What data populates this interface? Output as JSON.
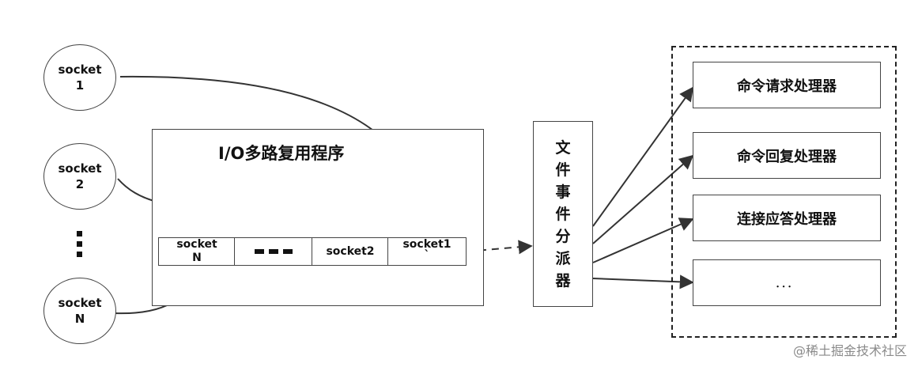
{
  "sockets": [
    {
      "line1": "socket",
      "line2": "1"
    },
    {
      "line1": "socket",
      "line2": "2"
    },
    {
      "line1": "socket",
      "line2": "N"
    }
  ],
  "multiplexer": {
    "title": "I/O多路复用程序",
    "queue": {
      "cell_n": {
        "line1": "socket",
        "line2": "N"
      },
      "cell_2": "socket2",
      "cell_1": {
        "line1": "socket1",
        "line2": "`"
      }
    }
  },
  "dispatcher": {
    "chars": [
      "文",
      "件",
      "事",
      "件",
      "分",
      "派",
      "器"
    ]
  },
  "handlers": [
    "命令请求处理器",
    "命令回复处理器",
    "连接应答处理器",
    "．．．"
  ],
  "watermark": "@稀土掘金技术社区"
}
